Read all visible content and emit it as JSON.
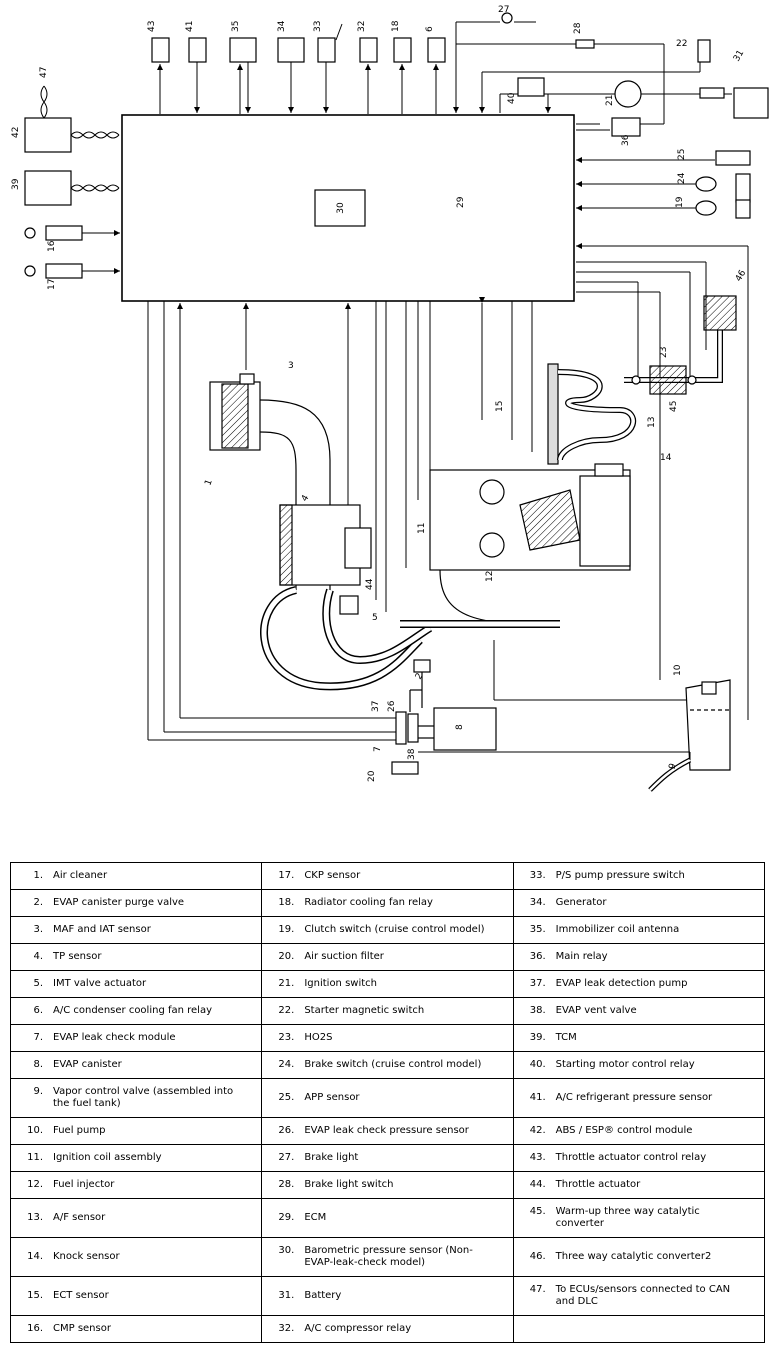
{
  "diagram": {
    "ecm_number": "29",
    "baro_number": "30",
    "callouts": [
      "1",
      "2",
      "3",
      "4",
      "5",
      "6",
      "7",
      "8",
      "9",
      "10",
      "11",
      "12",
      "13",
      "14",
      "15",
      "16",
      "17",
      "18",
      "19",
      "20",
      "21",
      "22",
      "23",
      "24",
      "25",
      "26",
      "27",
      "28",
      "31",
      "32",
      "33",
      "34",
      "35",
      "36",
      "37",
      "38",
      "39",
      "40",
      "41",
      "42",
      "43",
      "44",
      "45",
      "46",
      "47"
    ]
  },
  "legend": {
    "rows": [
      [
        {
          "n": "1.",
          "t": "Air cleaner"
        },
        {
          "n": "17.",
          "t": "CKP sensor"
        },
        {
          "n": "33.",
          "t": "P/S pump pressure switch"
        }
      ],
      [
        {
          "n": "2.",
          "t": "EVAP canister purge valve"
        },
        {
          "n": "18.",
          "t": "Radiator cooling fan relay"
        },
        {
          "n": "34.",
          "t": "Generator"
        }
      ],
      [
        {
          "n": "3.",
          "t": "MAF and IAT sensor"
        },
        {
          "n": "19.",
          "t": "Clutch switch (cruise control model)"
        },
        {
          "n": "35.",
          "t": "Immobilizer coil antenna"
        }
      ],
      [
        {
          "n": "4.",
          "t": "TP sensor"
        },
        {
          "n": "20.",
          "t": "Air suction filter"
        },
        {
          "n": "36.",
          "t": "Main relay"
        }
      ],
      [
        {
          "n": "5.",
          "t": "IMT valve actuator"
        },
        {
          "n": "21.",
          "t": "Ignition switch"
        },
        {
          "n": "37.",
          "t": "EVAP leak detection pump"
        }
      ],
      [
        {
          "n": "6.",
          "t": "A/C condenser cooling fan relay"
        },
        {
          "n": "22.",
          "t": "Starter magnetic switch"
        },
        {
          "n": "38.",
          "t": "EVAP vent valve"
        }
      ],
      [
        {
          "n": "7.",
          "t": "EVAP leak check module"
        },
        {
          "n": "23.",
          "t": "HO2S"
        },
        {
          "n": "39.",
          "t": "TCM"
        }
      ],
      [
        {
          "n": "8.",
          "t": "EVAP canister"
        },
        {
          "n": "24.",
          "t": "Brake switch (cruise control model)"
        },
        {
          "n": "40.",
          "t": "Starting motor control relay"
        }
      ],
      [
        {
          "n": "9.",
          "t": "Vapor control valve (assembled into the fuel tank)"
        },
        {
          "n": "25.",
          "t": "APP sensor"
        },
        {
          "n": "41.",
          "t": "A/C refrigerant pressure sensor"
        }
      ],
      [
        {
          "n": "10.",
          "t": "Fuel pump"
        },
        {
          "n": "26.",
          "t": "EVAP leak check pressure sensor"
        },
        {
          "n": "42.",
          "t": "ABS / ESP® control module"
        }
      ],
      [
        {
          "n": "11.",
          "t": "Ignition coil assembly"
        },
        {
          "n": "27.",
          "t": "Brake light"
        },
        {
          "n": "43.",
          "t": "Throttle actuator control relay"
        }
      ],
      [
        {
          "n": "12.",
          "t": "Fuel injector"
        },
        {
          "n": "28.",
          "t": "Brake light switch"
        },
        {
          "n": "44.",
          "t": "Throttle actuator"
        }
      ],
      [
        {
          "n": "13.",
          "t": "A/F sensor"
        },
        {
          "n": "29.",
          "t": "ECM"
        },
        {
          "n": "45.",
          "t": "Warm-up three way catalytic converter"
        }
      ],
      [
        {
          "n": "14.",
          "t": "Knock sensor"
        },
        {
          "n": "30.",
          "t": "Barometric pressure sensor (Non-EVAP-leak-check model)"
        },
        {
          "n": "46.",
          "t": "Three way catalytic converter2"
        }
      ],
      [
        {
          "n": "15.",
          "t": "ECT sensor"
        },
        {
          "n": "31.",
          "t": "Battery"
        },
        {
          "n": "47.",
          "t": "To ECUs/sensors connected to CAN and DLC"
        }
      ],
      [
        {
          "n": "16.",
          "t": "CMP sensor"
        },
        {
          "n": "32.",
          "t": "A/C compressor relay"
        },
        {
          "n": "",
          "t": ""
        }
      ]
    ]
  }
}
